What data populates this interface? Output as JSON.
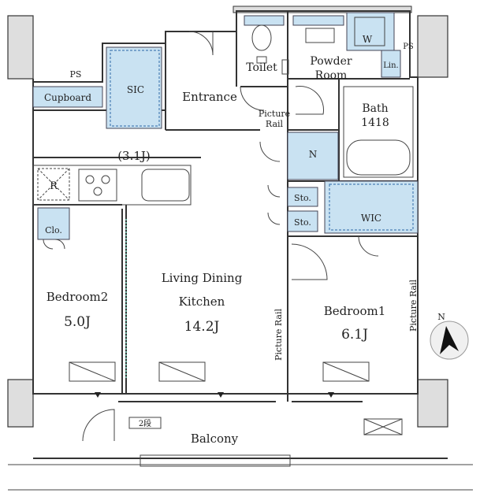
{
  "colors": {
    "storage_fill": "#c9e2f2",
    "column_fill": "#dedede",
    "wall": "#333333"
  },
  "rooms": {
    "toilet": "Toilet",
    "powder_room_line1": "Powder",
    "powder_room_line2": "Room",
    "washer": "W",
    "linen": "Lin.",
    "ps_right": "PS",
    "ps_left": "PS",
    "cupboard": "Cupboard",
    "sic": "SIC",
    "entrance": "Entrance",
    "picture_rail_entrance_line1": "Picture",
    "picture_rail_entrance_line2": "Rail",
    "bath_line1": "Bath",
    "bath_line2": "1418",
    "kitchen_size": "(3.1J)",
    "fridge": "R",
    "n_storage": "N",
    "sto_upper": "Sto.",
    "sto_lower": "Sto.",
    "wic": "WIC",
    "closet": "Clo.",
    "ldk_line1": "Living Dining",
    "ldk_line2": "Kitchen",
    "ldk_size": "14.2J",
    "bedroom2_name": "Bedroom2",
    "bedroom2_size": "5.0J",
    "bedroom1_name": "Bedroom1",
    "bedroom1_size": "6.1J",
    "picture_rail_mid": "Picture Rail",
    "picture_rail_right": "Picture Rail",
    "step": "2段",
    "balcony": "Balcony",
    "north": "N"
  }
}
